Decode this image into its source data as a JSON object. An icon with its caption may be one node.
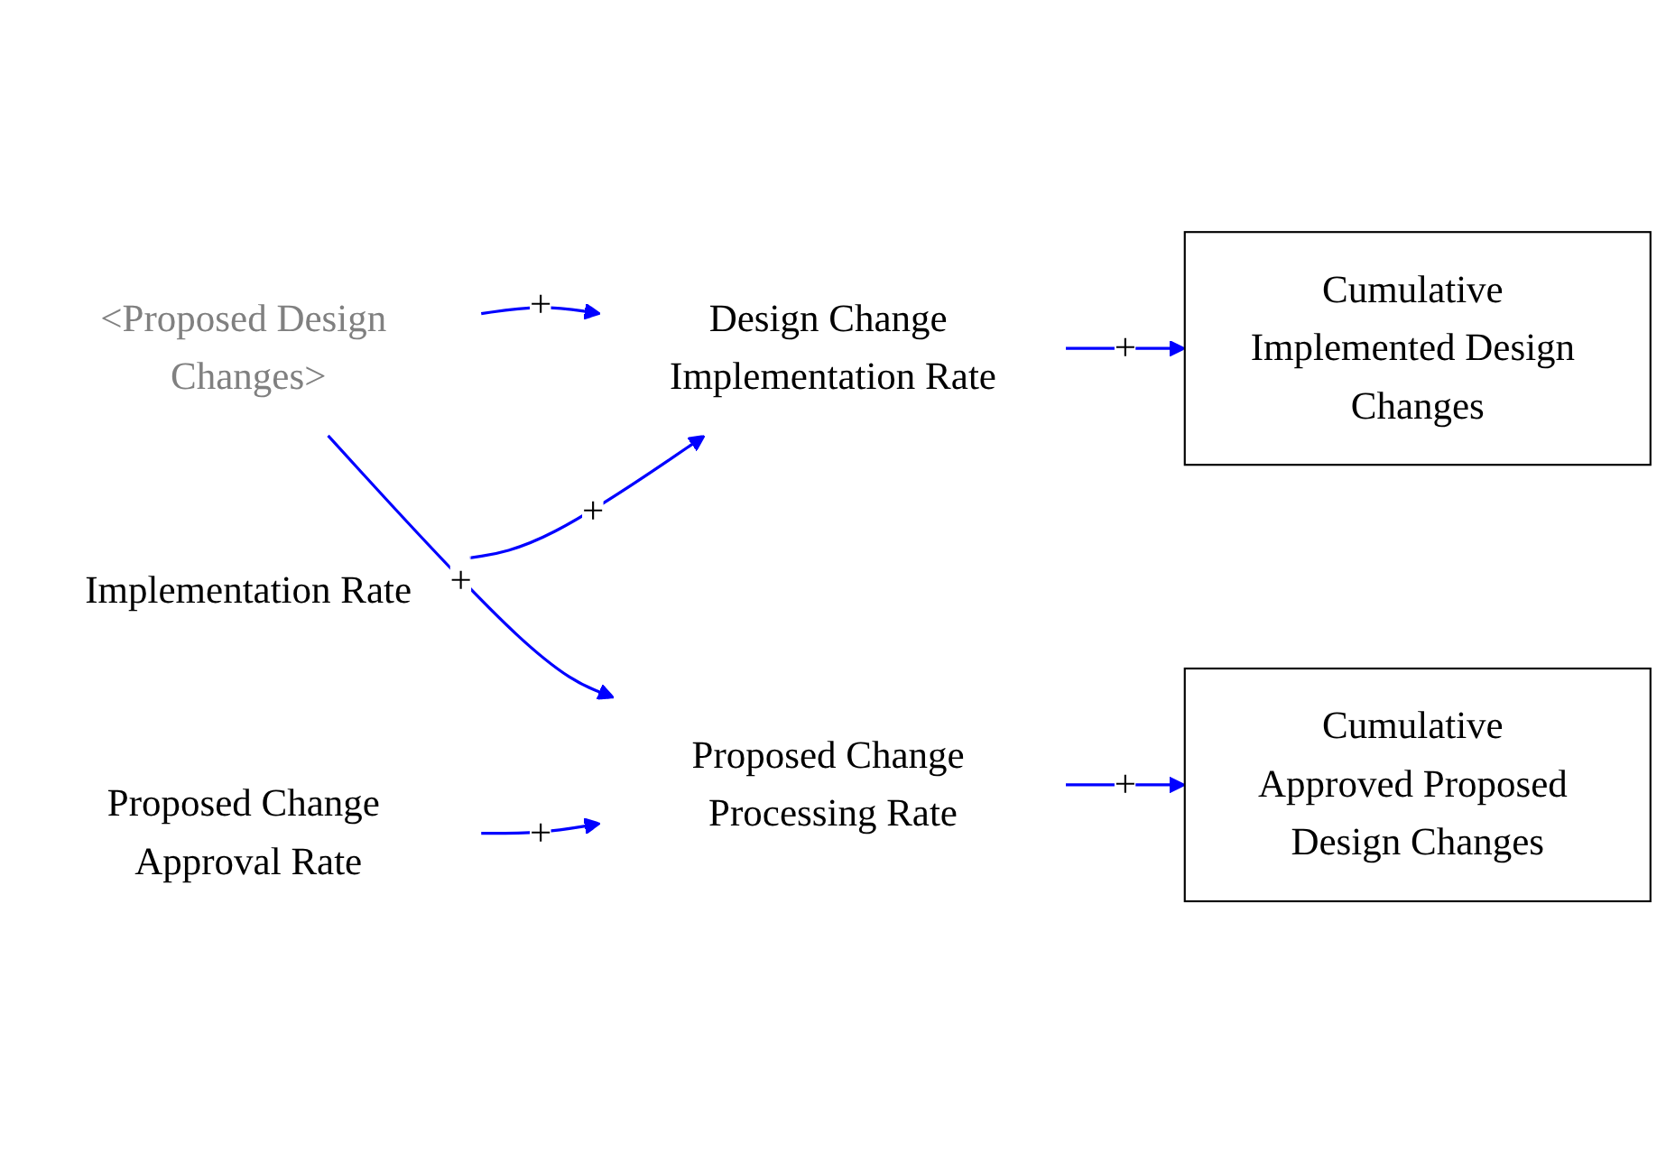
{
  "diagram": {
    "nodes": [
      {
        "text": [
          "<Proposed Design Changes>"
        ]
      },
      {
        "text": [
          "Design Change Implementation Rate"
        ]
      },
      {
        "text": [
          "Cumulative Implemented Design Changes"
        ]
      },
      {
        "text": [
          "Implementation Rate"
        ]
      },
      {
        "text": [
          "Proposed Change Processing Rate"
        ]
      },
      {
        "text": [
          "Cumulative Approved Proposed Design Changes"
        ]
      },
      {
        "text": [
          "Proposed Change Approval Rate"
        ]
      }
    ],
    "edges": [
      {
        "from": 0,
        "to": 1,
        "arrow": "to",
        "label": "+"
      },
      {
        "from": 1,
        "to": 2,
        "arrow": "to",
        "label": "+"
      },
      {
        "from": 3,
        "to": 1,
        "arrow": "to",
        "label": "+"
      },
      {
        "from": 0,
        "to": 4,
        "arrow": "to",
        "label": "+"
      },
      {
        "from": 4,
        "to": 5,
        "arrow": "to",
        "label": "+"
      },
      {
        "from": 6,
        "to": 4,
        "arrow": "to",
        "label": "+"
      }
    ]
  }
}
